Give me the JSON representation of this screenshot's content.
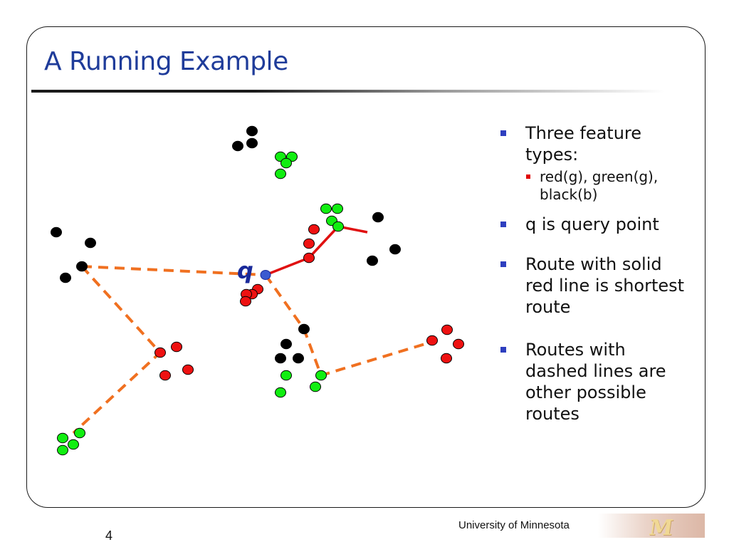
{
  "slide": {
    "title": "A Running Example",
    "page_number": "4",
    "footer_text": "University of Minnesota",
    "logo_icon": "university-m-logo",
    "logo_letter": "M"
  },
  "bullets": {
    "item1": "Three feature types:",
    "item1_sub": "red(g), green(g), black(b)",
    "item2": "q is query point",
    "item3": "Route with solid red line is shortest route",
    "item4": "Routes with dashed lines are other possible routes"
  },
  "diagram": {
    "query_label": "q",
    "colors": {
      "red": "#ee1111",
      "green": "#11ee11",
      "black": "#000000",
      "query": "#3a5ad0",
      "solid_route": "#e01010",
      "dashed_route": "#f07020",
      "title": "#1f3c9a"
    }
  }
}
